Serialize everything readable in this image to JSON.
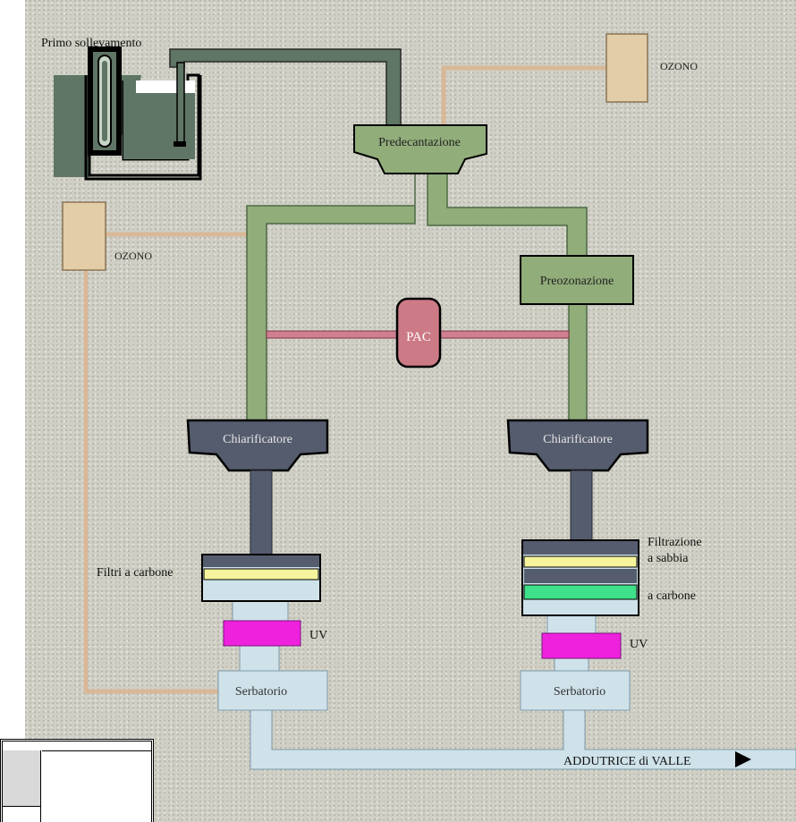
{
  "labels": {
    "primo_sollevamento": "Primo sollevamento",
    "ozono_top": "OZONO",
    "ozono_left": "OZONO",
    "predecantazione": "Predecantazione",
    "preozonazione": "Preozonazione",
    "pac": "PAC",
    "chiarificatore_left": "Chiarificatore",
    "chiarificatore_right": "Chiarificatore",
    "filtri_a_carbone": "Filtri a carbone",
    "filtrazione": "Filtrazione",
    "a_sabbia": "a sabbia",
    "a_carbone": "a carbone",
    "uv_left": "UV",
    "uv_right": "UV",
    "serbatorio_left": "Serbatorio",
    "serbatorio_right": "Serbatorio",
    "adduttrice": "ADDUTRICE di VALLE"
  },
  "colors": {
    "raw_water": "#5f7565",
    "pretreated_water": "#91ad7a",
    "clarified_water": "#555c6e",
    "treated_water": "#cfe2ea",
    "ozone_line": "#d9b898",
    "ozone_box": "#e2cda6",
    "pac_line": "#cf7f90",
    "pac_box": "#cc7a86",
    "uv": "#ee22dd",
    "sand_layer": "#f6f49c",
    "carbon_layer": "#3ee089"
  }
}
